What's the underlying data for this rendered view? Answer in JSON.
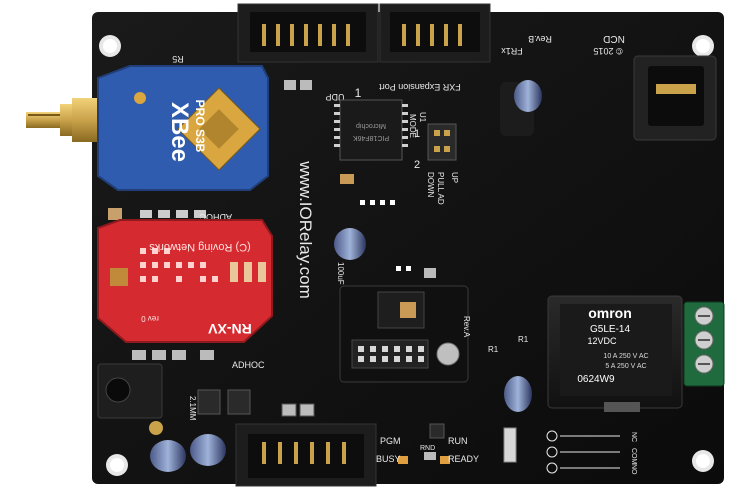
{
  "board": {
    "website": "www.IORelay.com",
    "rev_top": "Rev.B",
    "fr_label": "FR1x",
    "year": "© 2015",
    "ncd": "NCD",
    "fxr_port": "FXR Expansion Port",
    "udp": "UDP",
    "r5": "R5",
    "adhoc_top": "ADHOC",
    "adhoc_bottom": "ADHOC",
    "pull_ad": "PULL AD",
    "down": "DOWN",
    "up": "UP",
    "mode": "MODE",
    "u1": "U1",
    "jumper_1": "1",
    "jumper_2": "2",
    "port_1": "1",
    "rev_a": "Rev.A",
    "r1_left": "R1",
    "r1_right": "R1",
    "power_label": "2.1MM",
    "pgm": "PGM",
    "run": "RUN",
    "busy": "BUSY",
    "rnd": "RND",
    "ready": "READY",
    "nc": "NC",
    "com": "COM",
    "no": "NO",
    "cap_label": "100uF"
  },
  "xbee": {
    "brand": "XBee",
    "model": "PRO S3B",
    "colors": {
      "module": "#2f5cae",
      "chip": "#d9a640"
    }
  },
  "wifly": {
    "brand": "(C) Roving Networks",
    "model": "RN-XV",
    "rev": "rev 0",
    "colors": {
      "module": "#d52a30"
    }
  },
  "relay": {
    "brand": "omron",
    "model": "G5LE-14",
    "voltage": "12VDC",
    "rating_1": "10 A 250 V AC",
    "rating_2": "5 A 250 V AC",
    "code": "0624W9"
  },
  "chip": {
    "brand": "Microchip",
    "part": "PIC18F46K"
  },
  "colors": {
    "pcb": "#141414",
    "header": "#1d1d1d",
    "gold": "#c9a24a",
    "terminal": "#1f6b3d"
  }
}
